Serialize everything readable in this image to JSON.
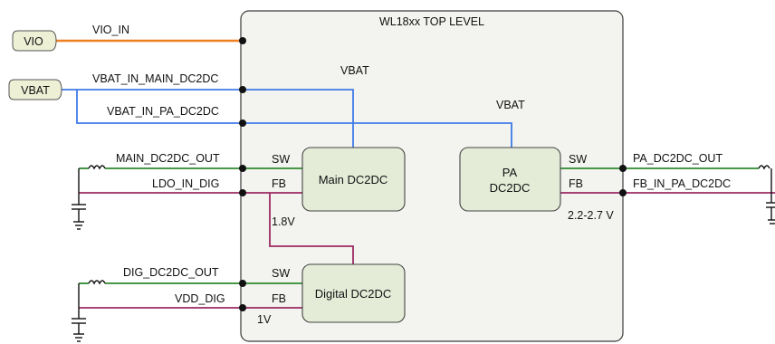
{
  "title": "WL18xx TOP LEVEL",
  "ports": {
    "vio": "VIO",
    "vbat": "VBAT"
  },
  "nets": {
    "vio_in": "VIO_IN",
    "vbat_in_main": "VBAT_IN_MAIN_DC2DC",
    "vbat_in_pa": "VBAT_IN_PA_DC2DC",
    "main_out": "MAIN_DC2DC_OUT",
    "ldo_in_dig": "LDO_IN_DIG",
    "dig_out": "DIG_DC2DC_OUT",
    "vdd_dig": "VDD_DIG",
    "pa_out": "PA_DC2DC_OUT",
    "fb_in_pa": "FB_IN_PA_DC2DC",
    "vbat_1": "VBAT",
    "vbat_2": "VBAT"
  },
  "blocks": {
    "main": "Main DC2DC",
    "pa_line1": "PA",
    "pa_line2": "DC2DC",
    "digital": "Digital DC2DC"
  },
  "pins": {
    "main_sw": "SW",
    "main_fb": "FB",
    "dig_sw": "SW",
    "dig_fb": "FB",
    "pa_sw": "SW",
    "pa_fb": "FB"
  },
  "voltages": {
    "main_fb": "1.8V",
    "dig_fb": "1V",
    "pa_range": "2.2-2.7 V"
  },
  "colors": {
    "vio_wire": "#f07f22",
    "vbat_wire": "#3f7be8",
    "sw_wire": "#2e8a2e",
    "fb_wire": "#9b2a63",
    "block_fill": "#e4ecd8",
    "panel_fill": "#f3f3ef"
  }
}
